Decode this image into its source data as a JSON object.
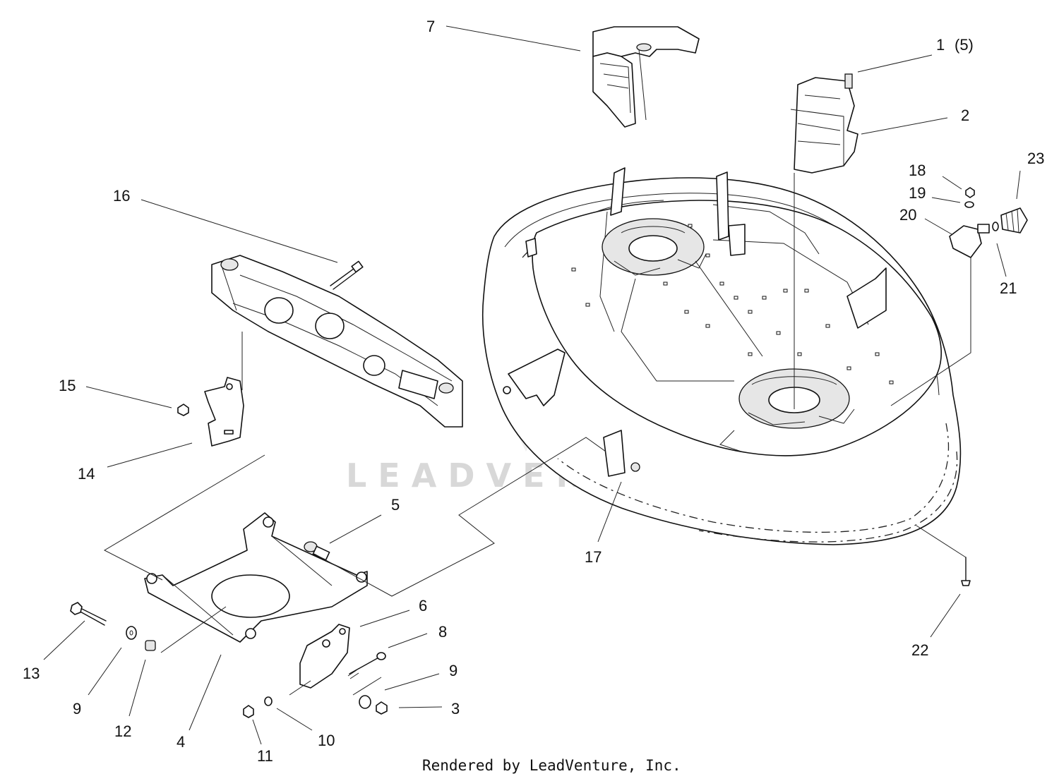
{
  "watermark": "LEADVENTURE",
  "footer": "Rendered by LeadVenture, Inc.",
  "callouts": {
    "c1": "1",
    "c1q": "(5)",
    "c2": "2",
    "c3": "3",
    "c4": "4",
    "c5": "5",
    "c6": "6",
    "c7": "7",
    "c8": "8",
    "c9a": "9",
    "c9b": "9",
    "c10": "10",
    "c11": "11",
    "c12": "12",
    "c13": "13",
    "c14": "14",
    "c15": "15",
    "c16": "16",
    "c17": "17",
    "c18": "18",
    "c19": "19",
    "c20": "20",
    "c21": "21",
    "c22": "22",
    "c23": "23"
  }
}
